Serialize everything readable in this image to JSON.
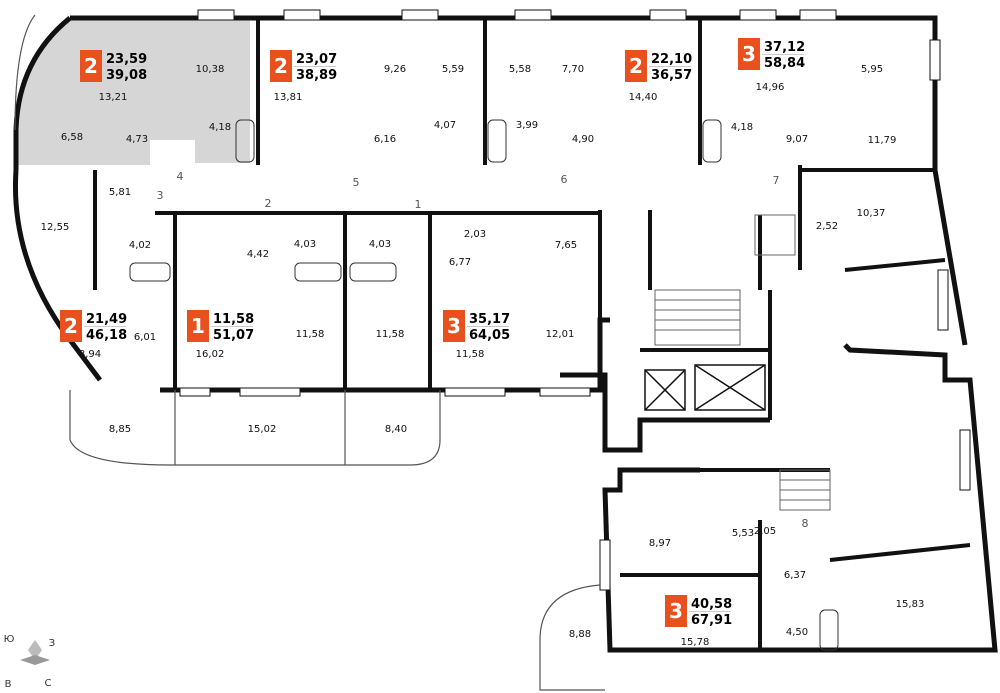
{
  "colors": {
    "wall": "#111111",
    "window": "#ffffff",
    "badge": "#e8501e",
    "highlight_fill": "#d6d6d6"
  },
  "apartments": [
    {
      "rooms": "2",
      "living_area": "23,59",
      "total_area": "39,08",
      "highlighted": true
    },
    {
      "rooms": "2",
      "living_area": "23,07",
      "total_area": "38,89",
      "highlighted": false
    },
    {
      "rooms": "2",
      "living_area": "22,10",
      "total_area": "36,57",
      "highlighted": false
    },
    {
      "rooms": "3",
      "living_area": "37,12",
      "total_area": "58,84",
      "highlighted": false
    },
    {
      "rooms": "2",
      "living_area": "21,49",
      "total_area": "46,18",
      "highlighted": false
    },
    {
      "rooms": "1",
      "living_area": "11,58",
      "total_area": "51,07",
      "highlighted": false
    },
    {
      "rooms": "3",
      "living_area": "35,17",
      "total_area": "64,05",
      "highlighted": false
    },
    {
      "rooms": "3",
      "living_area": "40,58",
      "total_area": "67,91",
      "highlighted": false
    }
  ],
  "room_areas": [
    "10,38",
    "13,21",
    "6,58",
    "4,73",
    "4,18",
    "13,81",
    "9,26",
    "5,59",
    "5,58",
    "7,70",
    "14,40",
    "14,96",
    "5,95",
    "6,16",
    "4,07",
    "3,99",
    "4,90",
    "4,18",
    "9,07",
    "11,79",
    "5,81",
    "12,55",
    "4,02",
    "4,42",
    "4,03",
    "4,03",
    "2,03",
    "7,65",
    "6,77",
    "2,52",
    "10,37",
    "6,01",
    "16,02",
    "11,58",
    "11,58",
    "11,58",
    "12,01",
    "8,94",
    "8,85",
    "15,02",
    "8,40",
    "8,97",
    "5,53",
    "2,05",
    "6,37",
    "15,83",
    "8,88",
    "15,78",
    "4,50"
  ],
  "door_numbers": [
    "1",
    "2",
    "3",
    "4",
    "5",
    "6",
    "7",
    "8"
  ],
  "compass": {
    "n": "С",
    "s": "Ю",
    "e": "В",
    "w": "З"
  }
}
